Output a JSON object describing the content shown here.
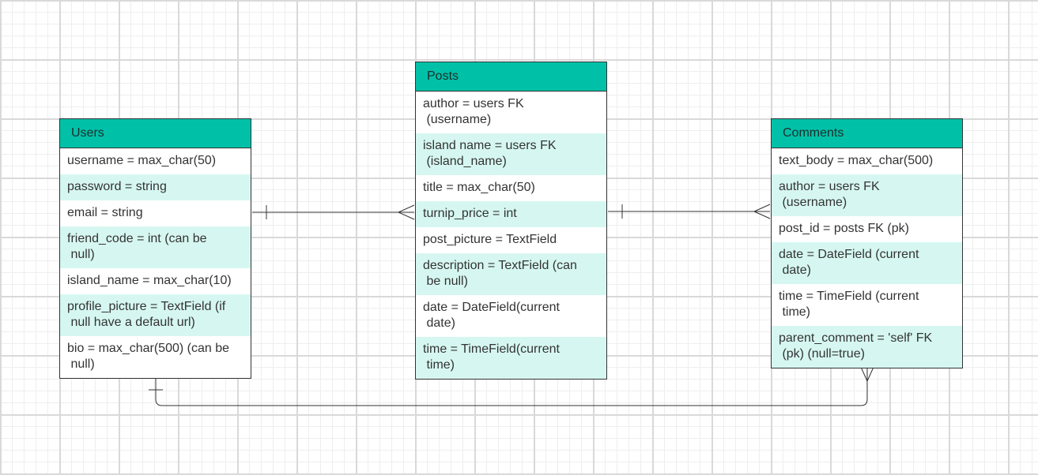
{
  "entities": {
    "users": {
      "title": "Users",
      "fields": [
        "username = max_char(50)",
        "password = string",
        "email = string",
        "friend_code = int (can be\n null)",
        "island_name = max_char(10)",
        "profile_picture = TextField (if\n null have a default url)",
        "bio = max_char(500) (can be\n null)"
      ]
    },
    "posts": {
      "title": "Posts",
      "fields": [
        "author = users FK\n (username)",
        "island name = users FK\n (island_name)",
        "title = max_char(50)",
        "turnip_price = int",
        "post_picture = TextField",
        "description = TextField (can\n be null)",
        "date = DateField(current\n date)",
        "time = TimeField(current\n time)"
      ]
    },
    "comments": {
      "title": "Comments",
      "fields": [
        "text_body = max_char(500)",
        "author = users FK\n (username)",
        "post_id = posts FK (pk)",
        "date = DateField (current\n date)",
        "time = TimeField (current\n time)",
        "parent_comment = 'self' FK\n (pk) (null=true)"
      ]
    }
  },
  "colors": {
    "header": "#00c1a8",
    "alt_row": "#d6f7f1",
    "border": "#333333",
    "text": "#333333"
  }
}
